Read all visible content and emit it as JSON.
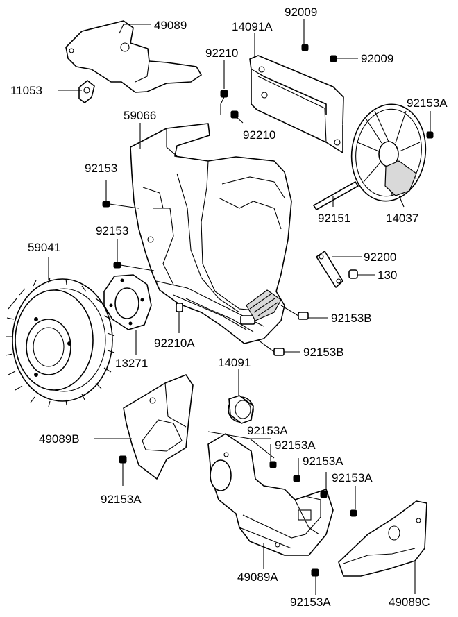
{
  "labels": {
    "p49089": "49089",
    "p14091A": "14091A",
    "p92009_top": "92009",
    "p92009_right": "92009",
    "p92210_upper": "92210",
    "p92210_lower": "92210",
    "p11053": "11053",
    "p59066": "59066",
    "p92153A_topright": "92153A",
    "p92153_upper": "92153",
    "p92153_lower": "92153",
    "p92151": "92151",
    "p14037": "14037",
    "p59041": "59041",
    "p92200": "92200",
    "p130": "130",
    "p92153B_upper": "92153B",
    "p92153B_lower": "92153B",
    "p92210A": "92210A",
    "p13271": "13271",
    "p14091": "14091",
    "p49089B": "49089B",
    "p92153A_1": "92153A",
    "p92153A_2": "92153A",
    "p92153A_3": "92153A",
    "p92153A_4": "92153A",
    "p92153A_left": "92153A",
    "p49089A": "49089A",
    "p92153A_bottom": "92153A",
    "p49089C": "49089C"
  }
}
